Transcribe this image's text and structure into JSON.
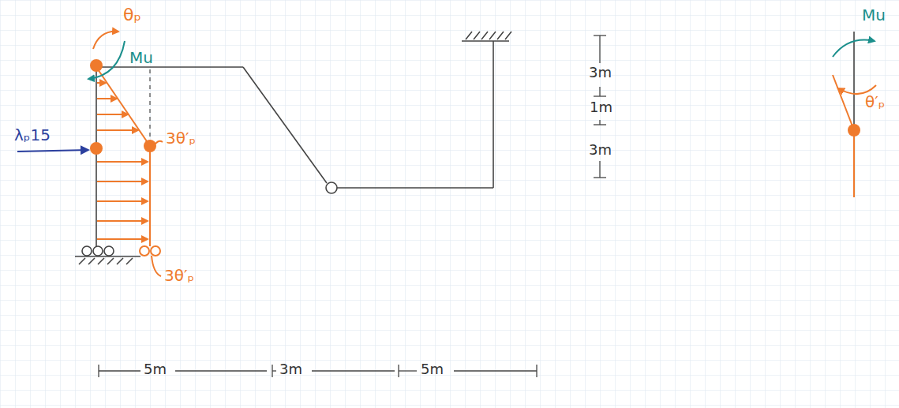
{
  "diagram": {
    "labels": [
      "θₚ",
      "Mu",
      "λₚ15",
      "3θ′ₚ",
      "3θ′ₚ",
      "3m",
      "1m",
      "3m",
      "5m",
      "3m",
      "5m",
      "Mu",
      "θ′ₚ"
    ]
  }
}
